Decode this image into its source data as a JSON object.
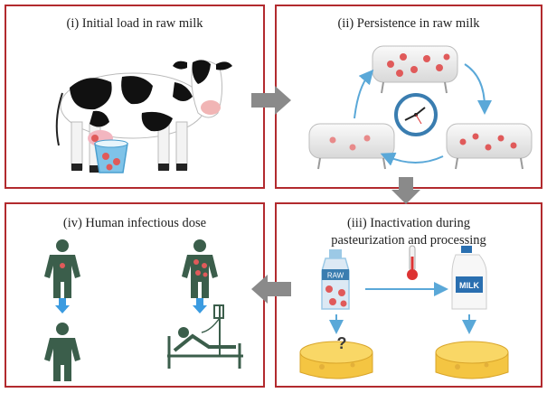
{
  "panels": {
    "initial_load": {
      "title": "(i) Initial load in raw milk"
    },
    "persistence": {
      "title": "(ii) Persistence in raw milk"
    },
    "inactivation": {
      "title_line1": "(iii) Inactivation during",
      "title_line2": "pasteurization and processing"
    },
    "human_dose": {
      "title": "(iv) Human infectious dose"
    }
  },
  "labels": {
    "raw_bottle": "RAW",
    "milk_jug": "MILK",
    "unknown_mark": "?"
  },
  "colors": {
    "frame": "#b22a2e",
    "flow_arrow": "#8a8a8a",
    "cycle_arrow": "#5aa8d8",
    "bacteria": "#e05a5a",
    "person": "#3b5e4b",
    "down_arrow": "#3b9be0",
    "cheese": "#f4c542"
  }
}
